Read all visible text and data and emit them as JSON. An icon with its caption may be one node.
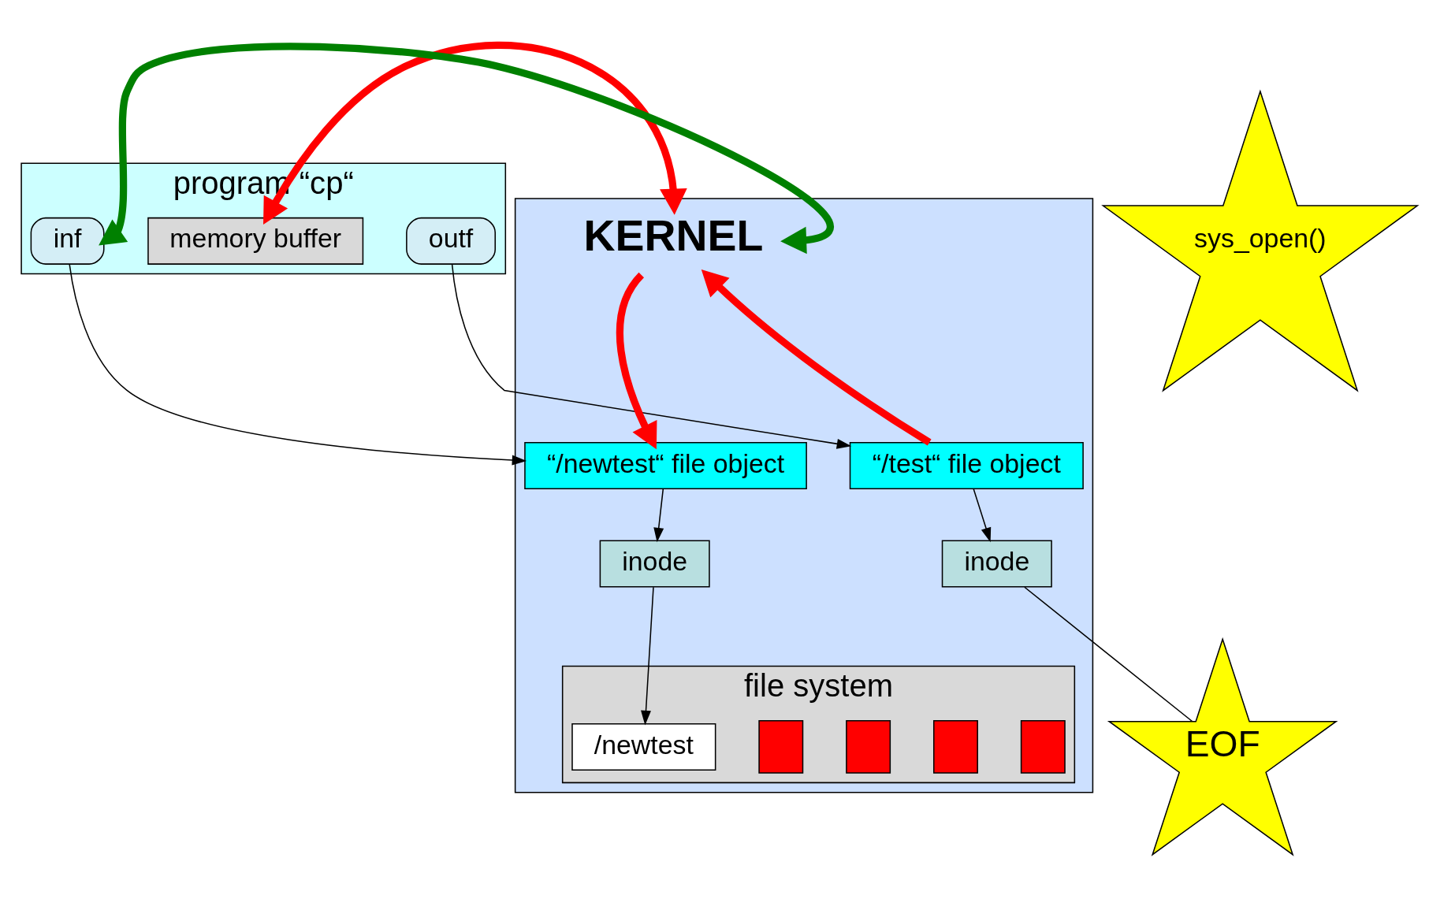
{
  "diagram": {
    "nodes": [
      {
        "text": [
          "program “cp“"
        ]
      },
      {
        "text": [
          "outf"
        ],
        "in": 0
      },
      {
        "text": [
          "inf"
        ],
        "in": 0
      },
      {
        "text": [
          "memory buffer"
        ],
        "in": 0
      },
      {
        "text": [],
        "shape": "box"
      },
      {
        "text": [
          "sys_open()"
        ]
      },
      {
        "text": [
          "KERNEL"
        ],
        "in": 4
      },
      {
        "text": [
          "“/test“ file object"
        ],
        "in": 4
      },
      {
        "text": [
          "“/newtest“ file object"
        ],
        "in": 4
      },
      {
        "text": [
          "inode"
        ],
        "in": 4
      },
      {
        "text": [
          "inode"
        ],
        "in": 4
      },
      {
        "text": [
          "EOF"
        ]
      },
      {
        "text": [
          "file system"
        ],
        "in": 4
      },
      {
        "text": [],
        "shape": "box",
        "in": 12
      },
      {
        "text": [],
        "shape": "box",
        "in": 12
      },
      {
        "text": [],
        "shape": "box",
        "in": 12
      },
      {
        "text": [],
        "shape": "box",
        "in": 12
      },
      {
        "text": [
          "/newtest"
        ],
        "in": 12
      }
    ],
    "edges": [
      {
        "from": 1,
        "to": 7,
        "arrow": "to"
      },
      {
        "from": 2,
        "to": 8,
        "arrow": "to"
      },
      {
        "from": 3,
        "to": 6,
        "arrow": "both",
        "style": "thick",
        "color": "#ff0000"
      },
      {
        "from": 7,
        "to": 6,
        "arrow": "to",
        "style": "thick",
        "color": "#ff0000"
      },
      {
        "from": 6,
        "to": 8,
        "arrow": "to",
        "style": "thick",
        "color": "#ff0000"
      },
      {
        "from": 6,
        "to": 2,
        "arrow": "both",
        "style": "thick",
        "color": "#008000"
      },
      {
        "from": 7,
        "to": 9,
        "arrow": "to"
      },
      {
        "from": 8,
        "to": 10,
        "arrow": "to"
      },
      {
        "from": 9,
        "to": 11,
        "arrow": "none"
      },
      {
        "from": 10,
        "to": 17,
        "arrow": "to"
      }
    ]
  }
}
